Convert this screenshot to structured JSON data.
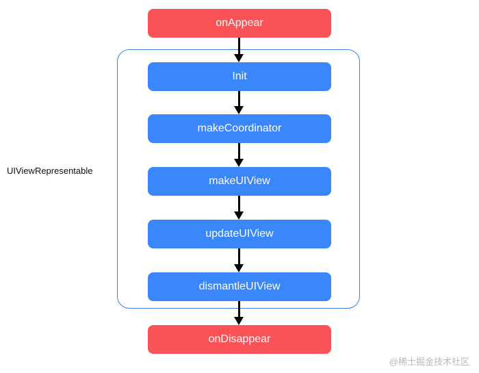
{
  "diagram": {
    "group_label": "UIViewRepresentable",
    "nodes": [
      {
        "id": "onAppear",
        "label": "onAppear",
        "color": "#f95357"
      },
      {
        "id": "init",
        "label": "Init",
        "color": "#3a86fb"
      },
      {
        "id": "makeCoordinator",
        "label": "makeCoordinator",
        "color": "#3a86fb"
      },
      {
        "id": "makeUIView",
        "label": "makeUIView",
        "color": "#3a86fb"
      },
      {
        "id": "updateUIView",
        "label": "updateUIView",
        "color": "#3a86fb"
      },
      {
        "id": "dismantleUIView",
        "label": "dismantleUIView",
        "color": "#3a86fb"
      },
      {
        "id": "onDisappear",
        "label": "onDisappear",
        "color": "#f95357"
      }
    ],
    "edges": [
      [
        "onAppear",
        "init"
      ],
      [
        "init",
        "makeCoordinator"
      ],
      [
        "makeCoordinator",
        "makeUIView"
      ],
      [
        "makeUIView",
        "updateUIView"
      ],
      [
        "updateUIView",
        "dismantleUIView"
      ],
      [
        "dismantleUIView",
        "onDisappear"
      ]
    ],
    "colors": {
      "lifecycle_event": "#f95357",
      "representable_method": "#3a86fb",
      "group_border": "#3a7fe0"
    }
  },
  "watermark": "@稀土掘金技术社区"
}
